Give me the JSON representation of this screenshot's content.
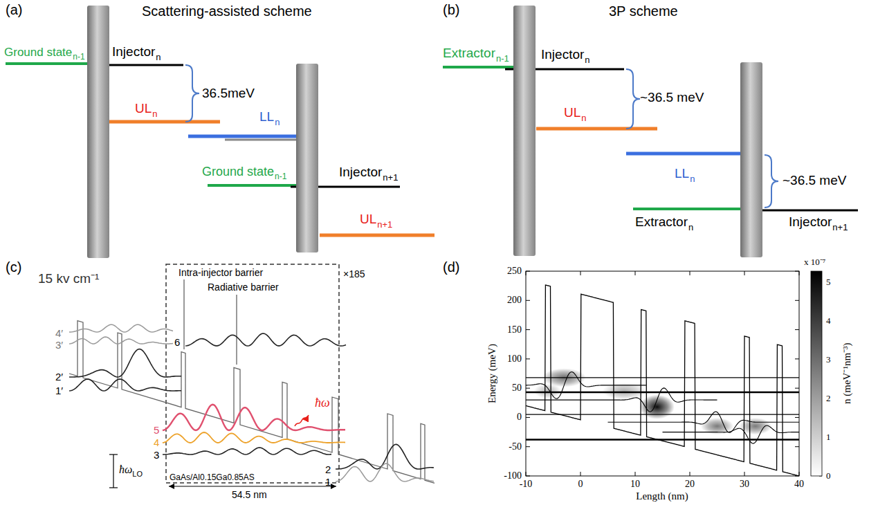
{
  "diagram": {
    "labels": [
      "(a)",
      "Scattering-assisted scheme",
      "Ground state",
      "n-1",
      "Injector",
      "n",
      "UL",
      "n",
      "36.5meV",
      "LL",
      "n",
      "Ground state",
      "n-1",
      "Injector",
      "n+1",
      "UL",
      "n+1",
      "(b)",
      "3P scheme",
      "Extractor",
      "n-1",
      "Injector",
      "n",
      "~36.5 meV",
      "UL",
      "n",
      "LL",
      "n",
      "~36.5 meV",
      "Extractor",
      "n",
      "Injector",
      "n+1",
      "(c)",
      "15 kv cm⁻¹",
      "Intra-injector barrier",
      "Radiative barrier",
      "×185",
      "4′",
      "3′",
      "6",
      "2′",
      "1′",
      "5",
      "4",
      "3",
      "ħω",
      "ħω",
      "LO",
      "2",
      "1",
      "GaAs/Al0.15Ga0.85AS",
      "54.5 nm",
      "(d)",
      "250",
      "200",
      "150",
      "100",
      "50",
      "0",
      "-50",
      "-100",
      "Energy (meV)",
      "-10",
      "0",
      "10",
      "20",
      "30",
      "40",
      "Length (nm)",
      "x 10⁻⁷",
      "5",
      "4",
      "3",
      "2",
      "1",
      "0",
      "n (meV⁻¹nm⁻³)"
    ]
  }
}
